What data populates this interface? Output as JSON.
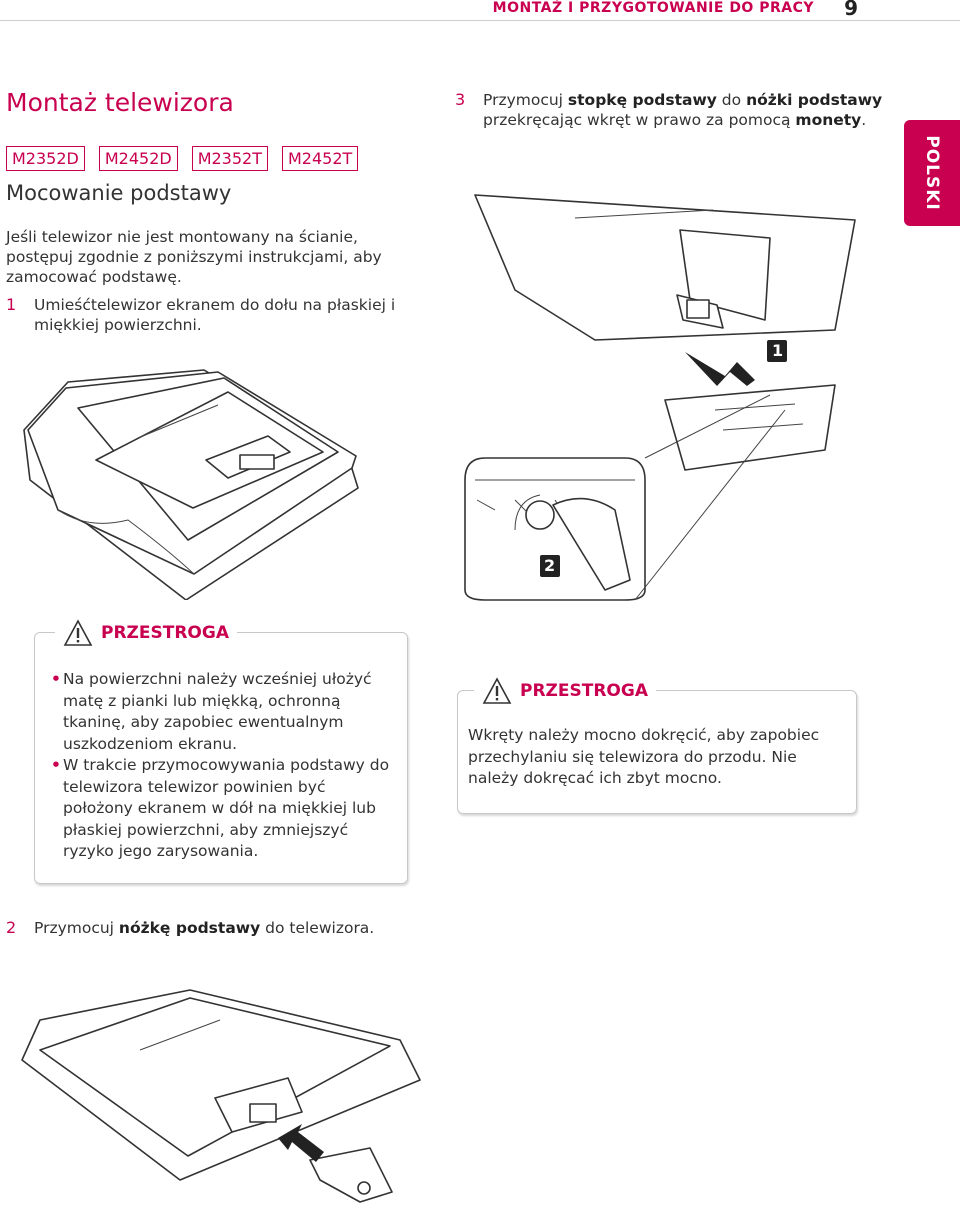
{
  "header": {
    "section_title": "MONTAŻ I PRZYGOTOWANIE DO PRACY",
    "page_number": "9",
    "language_tab": "POLSKI"
  },
  "main": {
    "title": "Montaż telewizora",
    "models": [
      "M2352D",
      "M2452D",
      "M2352T",
      "M2452T"
    ],
    "subtitle": "Mocowanie podstawy",
    "intro": "Jeśli telewizor nie jest montowany na ścianie, postępuj zgodnie z poniższymi instrukcjami, aby zamocować podstawę.",
    "step1": {
      "num": "1",
      "text": "Umieśćtelewizor ekranem do dołu na płaskiej i miękkiej powierzchni."
    },
    "step2": {
      "num": "2",
      "pre": "Przymocuj ",
      "bold": "nóżkę podstawy",
      "post": " do telewizora."
    },
    "step3": {
      "num": "3",
      "pre": "Przymocuj ",
      "bold1": "stopkę podstawy",
      "mid1": " do ",
      "bold2": "nóżki podstawy",
      "mid2": " przekręcając wkręt w prawo za pomocą ",
      "bold3": "monety",
      "post": "."
    },
    "callouts": [
      "1",
      "2"
    ]
  },
  "caution_left": {
    "label": "PRZESTROGA",
    "icon": "warning-triangle-icon",
    "items": [
      "Na powierzchni należy wcześniej ułożyć matę z pianki lub miękką, ochronną tkaninę, aby zapobiec ewentualnym uszkodzeniom ekranu.",
      "W trakcie przymocowywania podstawy do telewizora telewizor powinien być położony ekranem w dół na miękkiej lub płaskiej powierzchni, aby zmniejszyć ryzyko jego zarysowania."
    ]
  },
  "caution_right": {
    "label": "PRZESTROGA",
    "icon": "warning-triangle-icon",
    "text": "Wkręty należy mocno dokręcić, aby zapobiec przechylaniu się telewizora do przodu. Nie należy dokręcać ich zbyt mocno."
  },
  "colors": {
    "accent": "#c8004f",
    "text": "#333333",
    "border": "#c8c8c8"
  }
}
